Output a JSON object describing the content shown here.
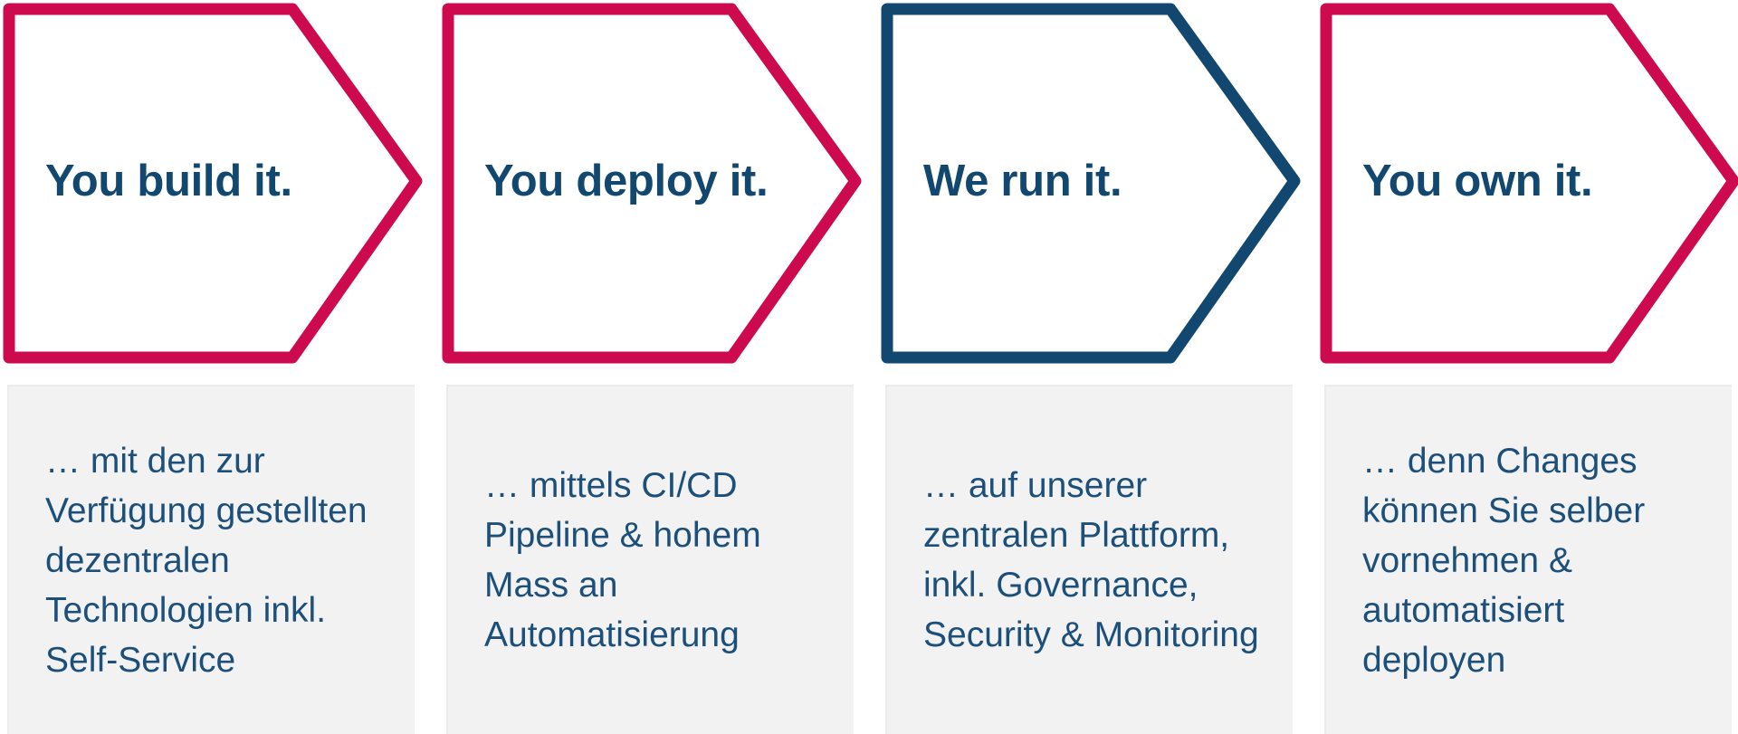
{
  "colors": {
    "accent_red": "#cc0a4d",
    "accent_blue": "#124870",
    "title_text": "#124870",
    "body_text": "#1c4f7a",
    "panel_bg": "#f2f2f2"
  },
  "steps": [
    {
      "title": "You build it.",
      "outline_color": "#cc0a4d",
      "description": "… mit den zur Verfügung gestellten dezentralen Technologien inkl. Self-Service"
    },
    {
      "title": "You deploy it.",
      "outline_color": "#cc0a4d",
      "description": "… mittels CI/CD Pipeline & hohem Mass an Automatisierung"
    },
    {
      "title": "We run it.",
      "outline_color": "#124870",
      "description": "… auf unserer zentralen Plattform, inkl. Governance, Security & Monitoring"
    },
    {
      "title": "You own it.",
      "outline_color": "#cc0a4d",
      "description": "… denn Changes können Sie selber vornehmen & automatisiert deployen"
    }
  ]
}
